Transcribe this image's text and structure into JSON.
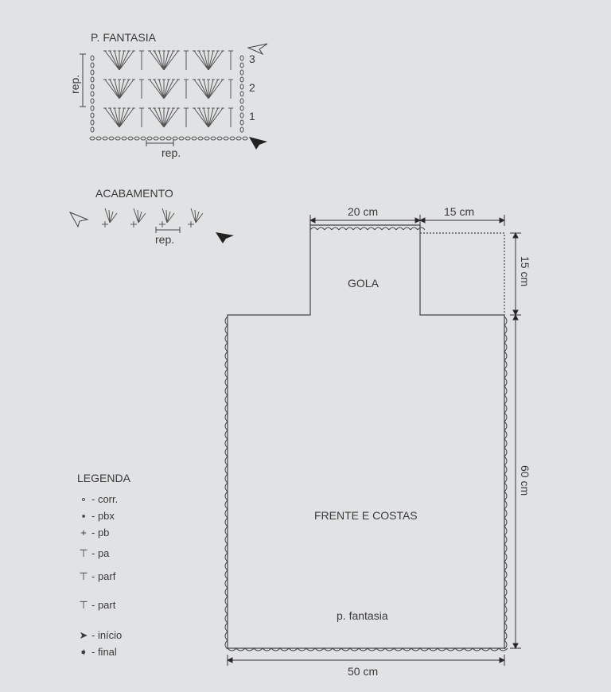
{
  "stitch_chart": {
    "title": "P. FANTASIA",
    "rep_vertical": "rep.",
    "rep_horizontal": "rep.",
    "row_labels": [
      "3",
      "2",
      "1"
    ]
  },
  "finishing": {
    "title": "ACABAMENTO",
    "rep": "rep."
  },
  "pattern": {
    "collar_label": "GOLA",
    "body_label": "FRENTE E COSTAS",
    "stitch_label": "p. fantasia",
    "dim_collar_width": "20 cm",
    "dim_shoulder": "15 cm",
    "dim_collar_height": "15 cm",
    "dim_body_height": "60 cm",
    "dim_body_width": "50 cm"
  },
  "legend": {
    "title": "LEGENDA",
    "items": [
      {
        "symbol": "chain",
        "label": "- corr."
      },
      {
        "symbol": "slip-stitch",
        "label": "- pbx"
      },
      {
        "symbol": "single-crochet",
        "label": "- pb"
      },
      {
        "symbol": "double-crochet",
        "label": "- pa"
      },
      {
        "symbol": "front-post-double",
        "label": "- parf"
      },
      {
        "symbol": "back-post-double",
        "label": "- part"
      },
      {
        "symbol": "start-arrow",
        "label": "- início"
      },
      {
        "symbol": "end-arrow",
        "label": "- final"
      }
    ]
  }
}
